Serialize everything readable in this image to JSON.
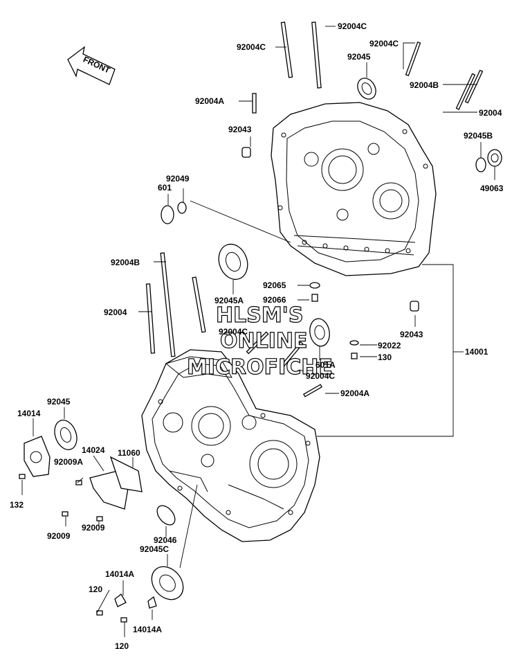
{
  "front_arrow": {
    "text": "FRONT"
  },
  "watermark": {
    "line1": "HLSM'S",
    "line2": "ONLINE",
    "line3": "MICROFICHE"
  },
  "labels": {
    "l92004C_a": "92004C",
    "l92004C_b": "92004C",
    "l92004C_c": "92004C",
    "l92045_top": "92045",
    "l92004B_top": "92004B",
    "l92004_top": "92004",
    "l92004A_top": "92004A",
    "l92043_top": "92043",
    "l92045B": "92045B",
    "l49063": "49063",
    "l601": "601",
    "l92049": "92049",
    "l92004B_mid": "92004B",
    "l92004_mid": "92004",
    "l92065": "92065",
    "l92066": "92066",
    "l92045A": "92045A",
    "l92004C_mid": "92004C",
    "l92043_mid": "92043",
    "l92022": "92022",
    "l130": "130",
    "l601A": "601A",
    "l92004C_low": "92004C",
    "l14001": "14001",
    "l92004A_low": "92004A",
    "l14014_top": "14014",
    "l92045_left": "92045",
    "l14024": "14024",
    "l11060": "11060",
    "l92009A": "92009A",
    "l132": "132",
    "l92009_a": "92009",
    "l92009_b": "92009",
    "l92046": "92046",
    "l92045C": "92045C",
    "l14014A_a": "14014A",
    "l14014A_b": "14014A",
    "l120_a": "120",
    "l120_b": "120"
  }
}
